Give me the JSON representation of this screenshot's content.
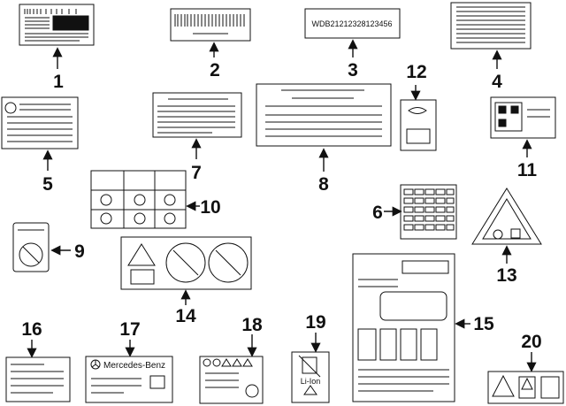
{
  "diagram": {
    "callouts": [
      "1",
      "2",
      "3",
      "4",
      "5",
      "6",
      "7",
      "8",
      "9",
      "10",
      "11",
      "12",
      "13",
      "14",
      "15",
      "16",
      "17",
      "18",
      "19",
      "20"
    ],
    "vin_text": "WDB21212328123456",
    "brand_text": "Mercedes-Benz",
    "recycle_text": "Li-Ion"
  }
}
